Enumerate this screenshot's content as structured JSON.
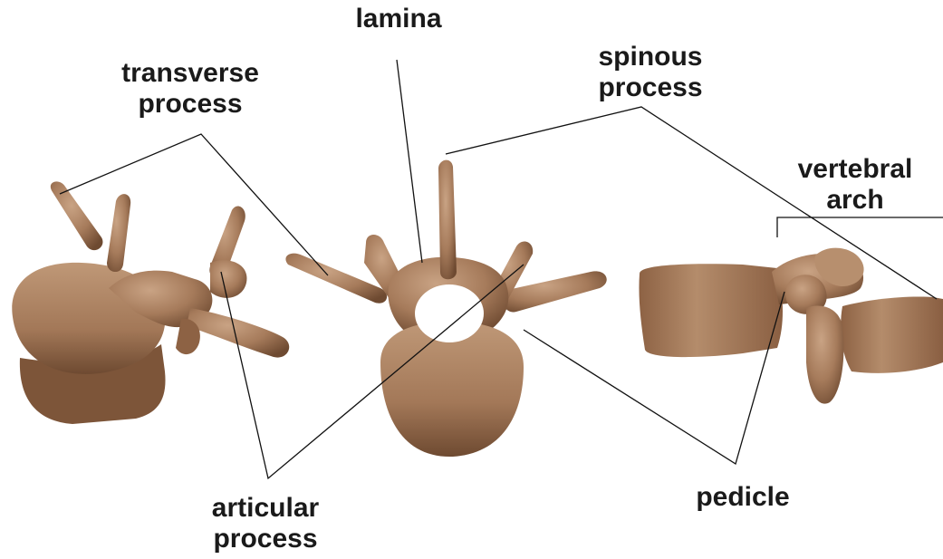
{
  "colors": {
    "bone_base": "#a67b5b",
    "bone_light": "#c9a384",
    "bone_dark": "#6e4a31",
    "leader_line": "#111111",
    "label_text": "#1a1a1a",
    "background": "#ffffff"
  },
  "labels": {
    "lamina": "lamina",
    "spinous_line1": "spinous",
    "spinous_line2": "process",
    "transverse_line1": "transverse",
    "transverse_line2": "process",
    "vertebral_line1": "vertebral",
    "vertebral_line2": "arch",
    "articular_line1": "articular",
    "articular_line2": "process",
    "pedicle": "pedicle"
  },
  "views": [
    "oblique-view",
    "superior-view",
    "lateral-view"
  ]
}
